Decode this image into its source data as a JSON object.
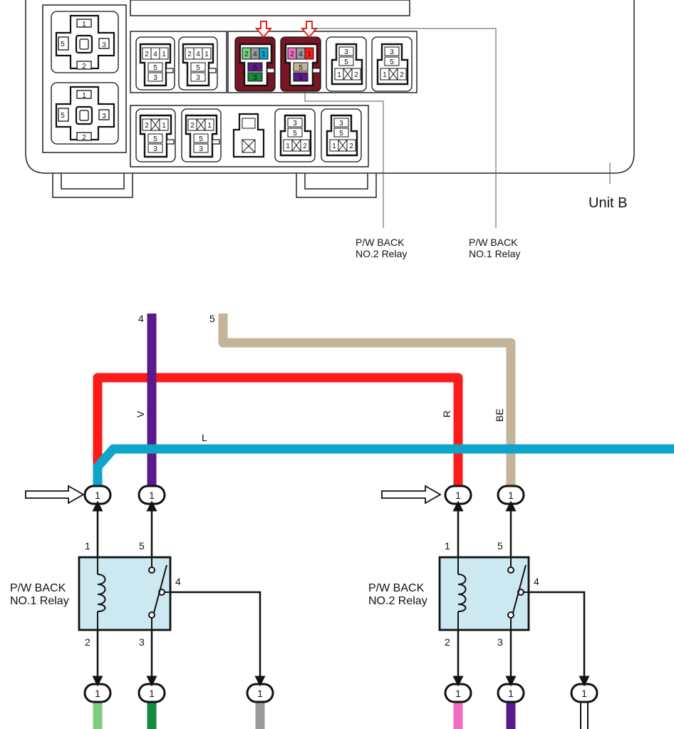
{
  "unit_label": "Unit B",
  "callouts": {
    "relay2": [
      "P/W BACK",
      "NO.2 Relay"
    ],
    "relay1": [
      "P/W BACK",
      "NO.1 Relay"
    ]
  },
  "wires": {
    "top_left_pin": "4",
    "top_right_pin": "5",
    "v_color": "V",
    "l_color": "L",
    "r_color": "R",
    "be_color": "BE"
  },
  "relays": [
    {
      "name": [
        "P/W BACK",
        "NO.1 Relay"
      ],
      "pins": {
        "p1": "1",
        "p2": "2",
        "p3": "3",
        "p4": "4",
        "p5": "5"
      }
    },
    {
      "name": [
        "P/W BACK",
        "NO.2 Relay"
      ],
      "pins": {
        "p1": "1",
        "p2": "2",
        "p3": "3",
        "p4": "4",
        "p5": "5"
      }
    }
  ],
  "connector_pin": "1",
  "colors": {
    "red": "#ff1a1a",
    "blue": "#0ea5c9",
    "violet": "#5a1a8a",
    "beige": "#c4b49a",
    "light_green": "#7ccc7c",
    "green": "#138a3c",
    "gray": "#9a9a9a",
    "pink": "#ee6fbf",
    "relay_fill": "#cce9f2",
    "highlight_arrow": "#e0251b",
    "highlight_block": "#7a1526"
  }
}
